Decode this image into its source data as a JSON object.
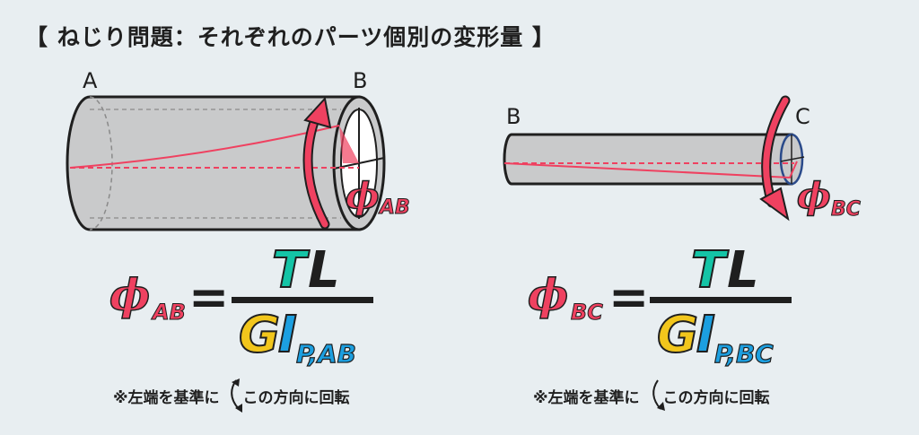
{
  "title": "【 ねじり問題：それぞれのパーツ個別の変形量 】",
  "left_shaft": {
    "label_start": "A",
    "label_end": "B",
    "angle_label": "ϕ",
    "angle_sub": "AB"
  },
  "right_shaft": {
    "label_start": "B",
    "label_end": "C",
    "angle_label": "ϕ",
    "angle_sub": "BC"
  },
  "formula_left": {
    "lhs": "ϕ",
    "lhs_sub": "AB",
    "eq": "=",
    "num_T": "T",
    "num_L": "L",
    "den_G": "G",
    "den_I": "I",
    "den_sub": "P,AB"
  },
  "formula_right": {
    "lhs": "ϕ",
    "lhs_sub": "BC",
    "eq": "=",
    "num_T": "T",
    "num_L": "L",
    "den_G": "G",
    "den_I": "I",
    "den_sub": "P,BC"
  },
  "note_left": {
    "before": "※左端を基準に",
    "after": "この方向に回転"
  },
  "note_right": {
    "before": "※左端を基準に",
    "after": "この方向に回転"
  },
  "colors": {
    "phi": "#ef4160",
    "T": "#14c4a6",
    "G": "#f2c61c",
    "I": "#1c9fe0",
    "shaft": "#c9cacb",
    "outline": "#1f1f1f"
  }
}
